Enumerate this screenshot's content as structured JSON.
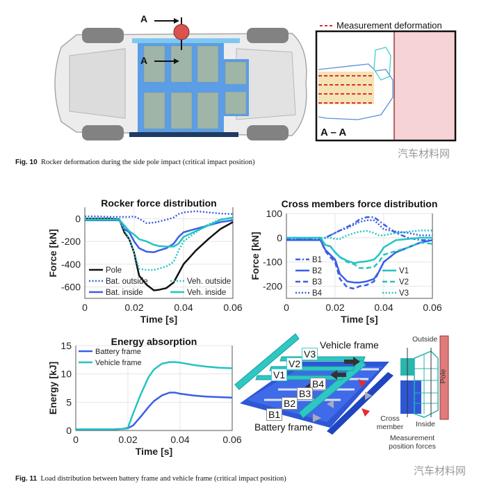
{
  "fig10": {
    "section_label_top": "A",
    "section_label_bottom": "A",
    "section_view_title": "A – A",
    "legend_measurement": "Measurement deformation",
    "caption_number": "Fig. 10",
    "caption_text": "Rocker deformation during the side pole impact (critical impact position)",
    "watermark": "汽车材料网"
  },
  "fig11": {
    "caption_number": "Fig. 11",
    "caption_text": "Load distribution between battery frame and vehicle frame (critical impact position)",
    "watermark": "汽车材料网",
    "diagram": {
      "vehicle_frame": "Vehicle frame",
      "battery_frame": "Battery frame",
      "v_labels": [
        "V1",
        "V2",
        "V3"
      ],
      "b_labels": [
        "B1",
        "B2",
        "B3",
        "B4"
      ],
      "outside": "Outside",
      "pole": "Pole",
      "cross_member": "Cross member",
      "inside": "Inside",
      "measurement_position": "Measurement position forces"
    }
  },
  "colors": {
    "blue": "#3b5ee6",
    "teal": "#22c4c0",
    "black": "#111111",
    "pole_red": "#d9534f"
  },
  "chart_data": [
    {
      "type": "line",
      "title": "Rocker force distribution",
      "xlabel": "Time [s]",
      "ylabel": "Force [kN]",
      "xlim": [
        0,
        0.06
      ],
      "ylim": [
        -700,
        100
      ],
      "xticks": [
        0,
        0.02,
        0.04,
        0.06
      ],
      "xtick_labels": [
        "0",
        "0.02",
        "0.04",
        "0.06"
      ],
      "yticks": [
        0,
        -200,
        -400,
        -600
      ],
      "ytick_labels": [
        "0",
        "-200",
        "-400",
        "-600"
      ],
      "grid": true,
      "x": [
        0,
        0.005,
        0.01,
        0.014,
        0.016,
        0.018,
        0.02,
        0.022,
        0.025,
        0.028,
        0.03,
        0.033,
        0.036,
        0.038,
        0.04,
        0.045,
        0.05,
        0.055,
        0.06
      ],
      "series": [
        {
          "name": "Pole",
          "color": "#111111",
          "style": "solid",
          "legend": "left",
          "values": [
            0,
            0,
            0,
            -5,
            -120,
            -180,
            -300,
            -500,
            -580,
            -630,
            -625,
            -610,
            -560,
            -480,
            -400,
            -280,
            -180,
            -90,
            -30
          ]
        },
        {
          "name": "Bat. outside",
          "color": "#3b5ee6",
          "style": "dotted",
          "legend": "left",
          "values": [
            20,
            20,
            15,
            15,
            15,
            15,
            20,
            0,
            -40,
            -35,
            -25,
            -10,
            10,
            40,
            55,
            65,
            55,
            45,
            40
          ]
        },
        {
          "name": "Bat. inside",
          "color": "#3b5ee6",
          "style": "solid",
          "legend": "left",
          "values": [
            -15,
            -15,
            -15,
            -15,
            -90,
            -120,
            -200,
            -260,
            -290,
            -295,
            -280,
            -260,
            -220,
            -160,
            -120,
            -90,
            -60,
            -30,
            -15
          ]
        },
        {
          "name": "Veh. outside",
          "color": "#22c4c0",
          "style": "dotted",
          "legend": "right",
          "values": [
            0,
            0,
            0,
            -5,
            -100,
            -180,
            -300,
            -440,
            -450,
            -450,
            -440,
            -420,
            -380,
            -280,
            -200,
            -120,
            -50,
            -5,
            0
          ]
        },
        {
          "name": "Veh. inside",
          "color": "#22c4c0",
          "style": "solid",
          "legend": "right",
          "values": [
            -10,
            -10,
            -10,
            -10,
            -60,
            -110,
            -140,
            -180,
            -200,
            -230,
            -240,
            -245,
            -245,
            -220,
            -160,
            -110,
            -60,
            -10,
            10
          ]
        }
      ]
    },
    {
      "type": "line",
      "title": "Cross members force distribution",
      "xlabel": "Time [s]",
      "ylabel": "Force [kN]",
      "xlim": [
        0,
        0.06
      ],
      "ylim": [
        -250,
        100
      ],
      "xticks": [
        0,
        0.02,
        0.04,
        0.06
      ],
      "xtick_labels": [
        "0",
        "0.02",
        "0.04",
        "0.06"
      ],
      "yticks": [
        100,
        0,
        -100,
        -200
      ],
      "ytick_labels": [
        "100",
        "0",
        "-100",
        "-200"
      ],
      "grid": true,
      "x": [
        0,
        0.005,
        0.01,
        0.014,
        0.016,
        0.018,
        0.02,
        0.022,
        0.025,
        0.028,
        0.03,
        0.033,
        0.036,
        0.038,
        0.04,
        0.045,
        0.05,
        0.055,
        0.06
      ],
      "series": [
        {
          "name": "B1",
          "color": "#3b5ee6",
          "style": "dashdot",
          "legend": "left",
          "values": [
            -5,
            -5,
            -5,
            -5,
            0,
            10,
            20,
            30,
            45,
            60,
            75,
            85,
            85,
            70,
            55,
            20,
            0,
            -10,
            -10
          ]
        },
        {
          "name": "B2",
          "color": "#3b5ee6",
          "style": "solid",
          "legend": "left",
          "values": [
            -10,
            -10,
            -10,
            -10,
            -50,
            -70,
            -90,
            -150,
            -180,
            -185,
            -185,
            -180,
            -170,
            -140,
            -100,
            -60,
            -40,
            -20,
            -10
          ]
        },
        {
          "name": "B3",
          "color": "#3b5ee6",
          "style": "dashed",
          "legend": "left",
          "values": [
            -10,
            -10,
            -10,
            -10,
            -55,
            -80,
            -100,
            -170,
            -205,
            -210,
            -200,
            -195,
            -180,
            -140,
            -100,
            -60,
            -40,
            -20,
            -10
          ]
        },
        {
          "name": "B4",
          "color": "#3b5ee6",
          "style": "dotted",
          "legend": "left",
          "values": [
            -5,
            -5,
            -5,
            -5,
            0,
            10,
            20,
            30,
            40,
            55,
            65,
            72,
            72,
            55,
            35,
            25,
            20,
            10,
            10
          ]
        },
        {
          "name": "V1",
          "color": "#22c4c0",
          "style": "solid",
          "legend": "right",
          "values": [
            0,
            0,
            0,
            0,
            -30,
            -35,
            -60,
            -80,
            -95,
            -105,
            -100,
            -97,
            -90,
            -70,
            -40,
            -10,
            -5,
            0,
            0
          ]
        },
        {
          "name": "V2",
          "color": "#22c4c0",
          "style": "dashed",
          "legend": "right",
          "values": [
            0,
            0,
            0,
            0,
            -30,
            -35,
            -60,
            -80,
            -100,
            -110,
            -125,
            -125,
            -120,
            -100,
            -70,
            -55,
            -40,
            -20,
            -25
          ]
        },
        {
          "name": "V3",
          "color": "#22c4c0",
          "style": "dotted",
          "legend": "right",
          "values": [
            0,
            0,
            0,
            0,
            0,
            0,
            -5,
            -5,
            10,
            20,
            25,
            28,
            20,
            10,
            10,
            20,
            25,
            30,
            30
          ]
        }
      ]
    },
    {
      "type": "line",
      "title": "Energy absorption",
      "xlabel": "Time [s]",
      "ylabel": "Energy [kJ]",
      "xlim": [
        0,
        0.06
      ],
      "ylim": [
        0,
        15
      ],
      "xticks": [
        0,
        0.02,
        0.04,
        0.06
      ],
      "xtick_labels": [
        "0",
        "0.02",
        "0.04",
        "0.06"
      ],
      "yticks": [
        0,
        5,
        10,
        15
      ],
      "ytick_labels": [
        "0",
        "5",
        "10",
        "15"
      ],
      "grid": true,
      "x": [
        0,
        0.005,
        0.01,
        0.014,
        0.016,
        0.018,
        0.02,
        0.022,
        0.025,
        0.028,
        0.03,
        0.033,
        0.036,
        0.038,
        0.04,
        0.045,
        0.05,
        0.055,
        0.06
      ],
      "series": [
        {
          "name": "Battery frame",
          "color": "#3b5ee6",
          "style": "solid",
          "legend": "top",
          "values": [
            0.2,
            0.2,
            0.2,
            0.2,
            0.25,
            0.3,
            0.4,
            0.9,
            2.5,
            4.2,
            5.2,
            6.2,
            6.7,
            6.7,
            6.5,
            6.2,
            6.0,
            5.9,
            5.8
          ]
        },
        {
          "name": "Vehicle frame",
          "color": "#22c4c0",
          "style": "solid",
          "legend": "top",
          "values": [
            0.2,
            0.2,
            0.2,
            0.2,
            0.25,
            0.3,
            0.5,
            3.0,
            6.5,
            9.5,
            10.8,
            11.8,
            12.1,
            12.1,
            12.0,
            11.6,
            11.3,
            11.1,
            11.0
          ]
        }
      ]
    }
  ]
}
